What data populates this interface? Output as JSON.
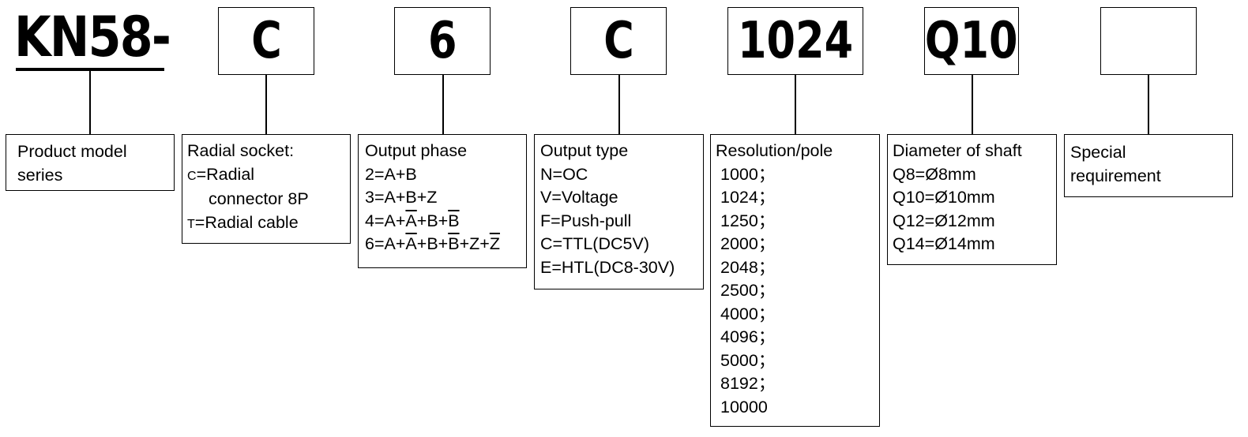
{
  "prefix": "KN58-",
  "codes": [
    "C",
    "6",
    "C",
    "1024",
    "Q10",
    ""
  ],
  "sections": {
    "model": {
      "lines": [
        "Product model",
        "series"
      ]
    },
    "socket": {
      "title": "Radial socket:",
      "c_letter": "C",
      "c_text": "=Radial",
      "c_cont": "connector 8P",
      "t_letter": "T",
      "t_text": "=Radial cable"
    },
    "phase": {
      "title": "Output phase",
      "l2": "2=A+B",
      "l3": "3=A+B+Z",
      "l4": [
        "4=A+",
        "A",
        "+B+",
        "B"
      ],
      "l6": [
        "6=A+",
        "A",
        "+B+",
        "B",
        "+Z+",
        "Z"
      ]
    },
    "output": {
      "lines": [
        "Output type",
        "N=OC",
        "V=Voltage",
        "F=Push-pull",
        "C=TTL(DC5V)",
        "E=HTL(DC8-30V)"
      ]
    },
    "resolution": {
      "title": "Resolution/pole",
      "values": [
        "1000；",
        "1024；",
        "1250；",
        "2000；",
        "2048；",
        "2500；",
        "4000；",
        "4096；",
        "5000；",
        "8192；",
        "10000"
      ]
    },
    "shaft": {
      "lines": [
        "Diameter of shaft",
        "Q8=Ø8mm",
        "Q10=Ø10mm",
        "Q12=Ø12mm",
        "Q14=Ø14mm"
      ]
    },
    "special": {
      "lines": [
        "Special",
        "requirement"
      ]
    }
  }
}
